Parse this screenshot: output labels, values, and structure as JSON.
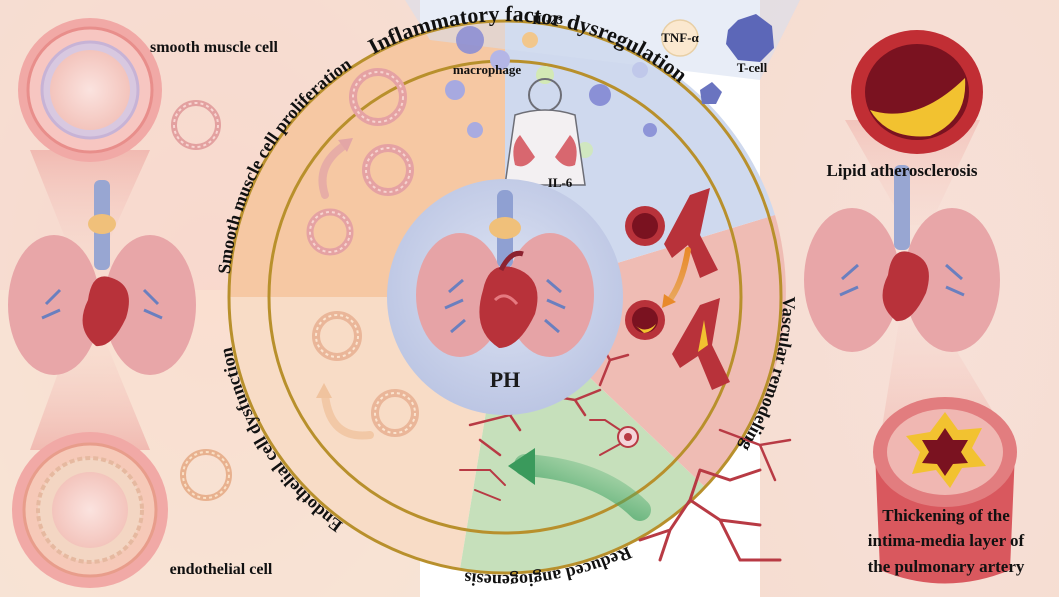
{
  "center": {
    "label": "PH"
  },
  "ring_labels": {
    "inflammatory": "Inflammatory factor dysregulation",
    "vascular": "Vascular remodeling",
    "angiogenesis": "Reduced angiogenesis",
    "endothelial": "Endothelial cell dysfunction",
    "smooth_muscle": "Smooth muscle cell proliferation"
  },
  "inflammation_labels": {
    "il23": "IL-23",
    "tnf": "TNF-α",
    "tcell": "T-cell",
    "macrophage": "macrophage",
    "il6": "IL-6"
  },
  "side_labels": {
    "smooth_muscle_cell": "smooth muscle cell",
    "endothelial_cell": "endothelial cell",
    "lipid": "Lipid atherosclerosis",
    "thickening": [
      "Thickening of the",
      "intima-media layer of",
      "the pulmonary artery"
    ]
  },
  "colors": {
    "ring_gold": "#b8902c",
    "inflammation_bg": "#cfd9ee",
    "vascular_bg": "#efbcb4",
    "angiogenesis_bg": "#c6e0bb",
    "endothelial_bg": "#f8dcc6",
    "smooth_muscle_bg": "#f6c8a3",
    "center_bg": "#c7cfe8",
    "vessel_red": "#b8323a",
    "lipid_yellow": "#f2c230"
  }
}
